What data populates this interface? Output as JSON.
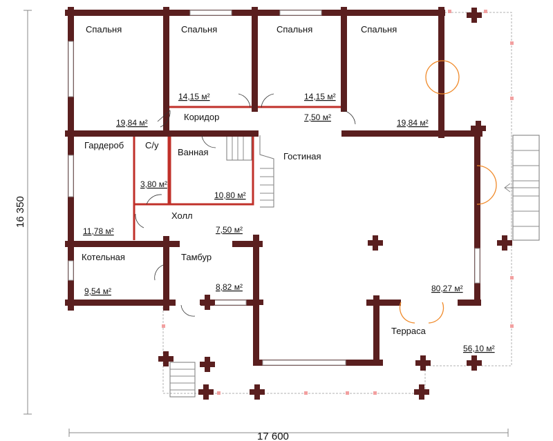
{
  "rooms": {
    "spalnya_1": "Спальня",
    "spalnya_2": "Спальня",
    "spalnya_3": "Спальня",
    "spalnya_4": "Спальня",
    "koridor": "Коридор",
    "garderob": "Гардероб",
    "su": "С/у",
    "vannaya": "Ванная",
    "gostinaya": "Гостиная",
    "holl": "Холл",
    "kotelnaya": "Котельная",
    "tambur": "Тамбур",
    "terrasa": "Терраса"
  },
  "areas": {
    "bed1": "19,84 м²",
    "bed2": "14,15 м²",
    "bed3": "14,15 м²",
    "bed4": "19,84 м²",
    "corridor": "7,50 м²",
    "garderob": "11,78 м²",
    "su": "3,80 м²",
    "vannaya": "10,80 м²",
    "holl": "7,50 м²",
    "kotelnaya": "9,54 м²",
    "tambur": "8,82 м²",
    "gostinaya": "80,27 м²",
    "terrasa": "56,10 м²"
  },
  "dimensions": {
    "width": "17 600",
    "height": "16 350"
  },
  "colors": {
    "wall": "#5a1f1f",
    "partition": "#c0302a",
    "door_arc": "#f08a2a"
  }
}
